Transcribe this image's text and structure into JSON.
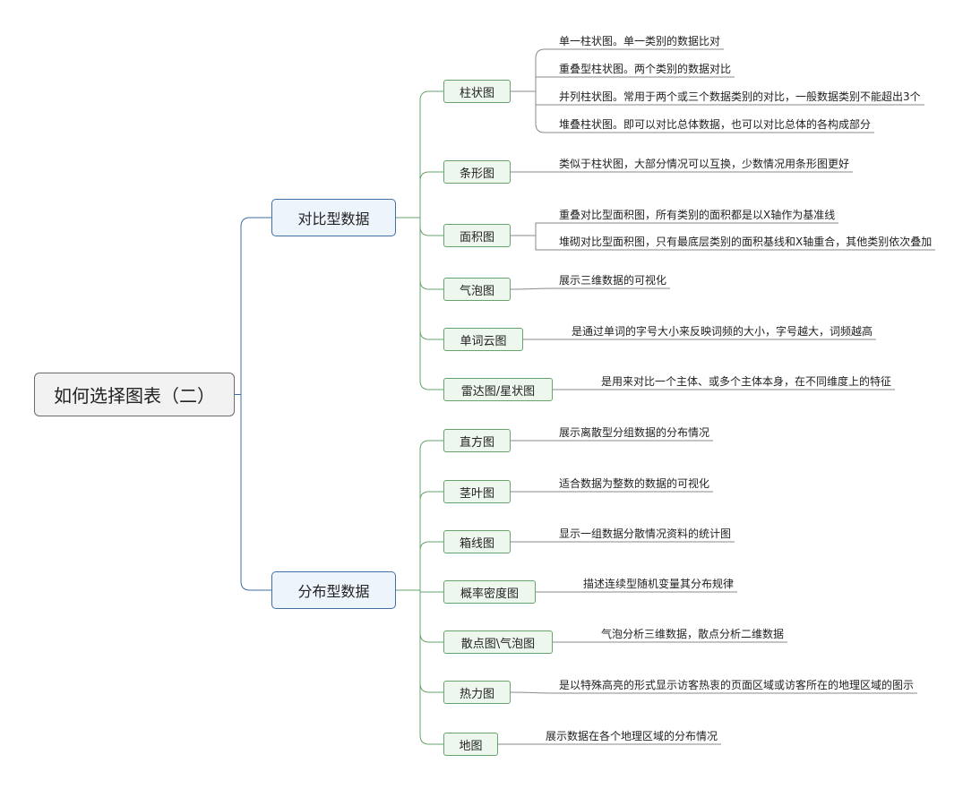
{
  "root": {
    "label": "如何选择图表（二）"
  },
  "branches": [
    {
      "label": "对比型数据",
      "children": [
        {
          "label": "柱状图",
          "leaves": [
            "单一柱状图。单一类别的数据比对",
            "重叠型柱状图。两个类别的数据对比",
            "并列柱状图。常用于两个或三个数据类别的对比，一般数据类别不能超出3个",
            "堆叠柱状图。即可以对比总体数据，也可以对比总体的各构成部分"
          ]
        },
        {
          "label": "条形图",
          "leaves": [
            "类似于柱状图，大部分情况可以互换，少数情况用条形图更好"
          ]
        },
        {
          "label": "面积图",
          "leaves": [
            "重叠对比型面积图，所有类别的面积都是以X轴作为基准线",
            "堆砌对比型面积图，只有最底层类别的面积基线和X轴重合，其他类别依次叠加"
          ]
        },
        {
          "label": "气泡图",
          "leaves": [
            "展示三维数据的可视化"
          ]
        },
        {
          "label": "单词云图",
          "leaves": [
            "是通过单词的字号大小来反映词频的大小，字号越大，词频越高"
          ]
        },
        {
          "label": "雷达图/星状图",
          "leaves": [
            "是用来对比一个主体、或多个主体本身，在不同维度上的特征"
          ]
        }
      ]
    },
    {
      "label": "分布型数据",
      "children": [
        {
          "label": "直方图",
          "leaves": [
            "展示离散型分组数据的分布情况"
          ]
        },
        {
          "label": "茎叶图",
          "leaves": [
            "适合数据为整数的数据的可视化"
          ]
        },
        {
          "label": "箱线图",
          "leaves": [
            "显示一组数据分散情况资料的统计图"
          ]
        },
        {
          "label": "概率密度图",
          "leaves": [
            "描述连续型随机变量其分布规律"
          ]
        },
        {
          "label": "散点图\\气泡图",
          "leaves": [
            "气泡分析三维数据，散点分析二维数据"
          ]
        },
        {
          "label": "热力图",
          "leaves": [
            "是以特殊高亮的形式显示访客热衷的页面区域或访客所在的地理区域的图示"
          ]
        },
        {
          "label": "地图",
          "leaves": [
            "展示数据在各个地理区域的分布情况"
          ]
        }
      ]
    }
  ]
}
